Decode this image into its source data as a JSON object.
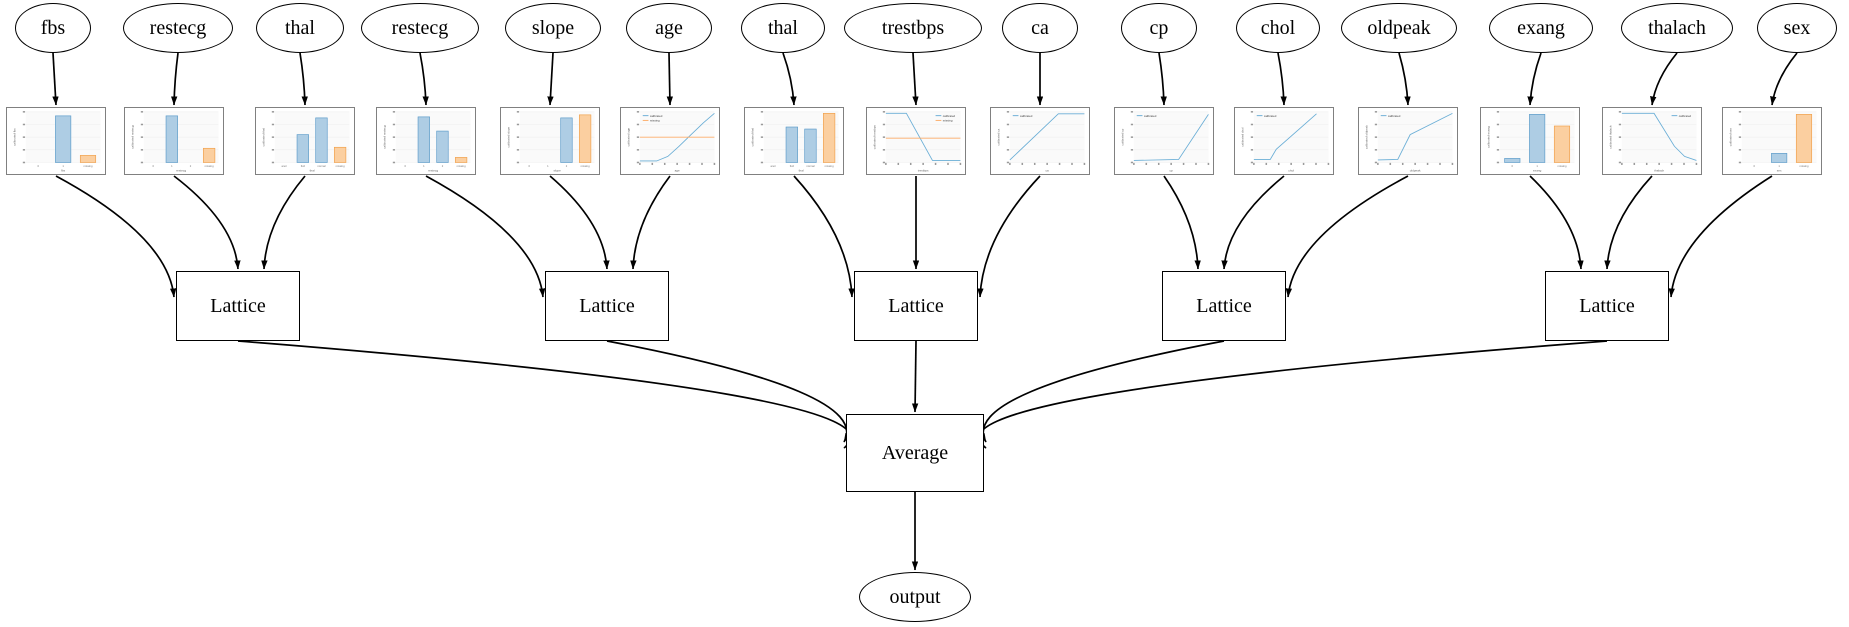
{
  "diagram": {
    "type": "calibrated-lattice-ensemble-graph",
    "output_node": "output",
    "combiner_node": "Average",
    "lattice_label": "Lattice",
    "legend": {
      "calibrated": "calibrated",
      "missing": "missing"
    },
    "colors": {
      "bar_blue_fill": "#aecde4",
      "bar_blue_edge": "#5b9bc9",
      "bar_orange_fill": "#fbcfa0",
      "bar_orange_edge": "#f0a04b",
      "line_blue": "#6aaed6",
      "line_orange": "#fdae6b",
      "plot_border": "#808080",
      "edge_stroke": "#000000",
      "node_fill": "#ffffff"
    },
    "features": [
      {
        "name": "fbs",
        "calibrator": "c0"
      },
      {
        "name": "restecg",
        "calibrator": "c1"
      },
      {
        "name": "thal",
        "calibrator": "c2"
      },
      {
        "name": "restecg",
        "calibrator": "c3"
      },
      {
        "name": "slope",
        "calibrator": "c4"
      },
      {
        "name": "age",
        "calibrator": "c5"
      },
      {
        "name": "thal",
        "calibrator": "c6"
      },
      {
        "name": "trestbps",
        "calibrator": "c7"
      },
      {
        "name": "ca",
        "calibrator": "c8"
      },
      {
        "name": "cp",
        "calibrator": "c9"
      },
      {
        "name": "chol",
        "calibrator": "c10"
      },
      {
        "name": "oldpeak",
        "calibrator": "c11"
      },
      {
        "name": "exang",
        "calibrator": "c12"
      },
      {
        "name": "thalach",
        "calibrator": "c13"
      },
      {
        "name": "sex",
        "calibrator": "c14"
      }
    ],
    "lattices": [
      {
        "label": "Lattice",
        "inputs": [
          "fbs",
          "restecg",
          "thal"
        ]
      },
      {
        "label": "Lattice",
        "inputs": [
          "restecg",
          "slope",
          "age"
        ]
      },
      {
        "label": "Lattice",
        "inputs": [
          "thal",
          "trestbps",
          "ca"
        ]
      },
      {
        "label": "Lattice",
        "inputs": [
          "cp",
          "chol",
          "oldpeak"
        ]
      },
      {
        "label": "Lattice",
        "inputs": [
          "exang",
          "thalach",
          "sex"
        ]
      }
    ]
  },
  "chart_data": [
    {
      "id": "c0",
      "type": "bar",
      "feature": "fbs",
      "ylabel": "calibrated fbs",
      "categories": [
        "0",
        "1",
        "missing"
      ],
      "values": [
        0,
        92,
        14
      ],
      "colors": [
        "blue",
        "blue",
        "orange"
      ],
      "xlabel": "fbs",
      "ylim": [
        0,
        100
      ]
    },
    {
      "id": "c1",
      "type": "bar",
      "feature": "restecg",
      "ylabel": "calibrated restecg",
      "categories": [
        "0",
        "1",
        "2",
        "missing"
      ],
      "values": [
        0,
        92,
        0,
        28
      ],
      "colors": [
        "blue",
        "blue",
        "blue",
        "orange"
      ],
      "xlabel": "restecg",
      "ylim": [
        0,
        100
      ]
    },
    {
      "id": "c2",
      "type": "bar",
      "feature": "thal",
      "ylabel": "calibrated thal",
      "categories": [
        "anor",
        "fixd",
        "normal",
        "missing"
      ],
      "values": [
        0,
        55,
        88,
        30
      ],
      "colors": [
        "blue",
        "blue",
        "blue",
        "orange"
      ],
      "xlabel": "thal",
      "ylim": [
        0,
        100
      ]
    },
    {
      "id": "c3",
      "type": "bar",
      "feature": "restecg",
      "ylabel": "calibrated restecg",
      "categories": [
        "0",
        "1",
        "2",
        "missing"
      ],
      "values": [
        0,
        90,
        62,
        10
      ],
      "colors": [
        "blue",
        "blue",
        "blue",
        "orange"
      ],
      "xlabel": "restecg",
      "ylim": [
        0,
        100
      ]
    },
    {
      "id": "c4",
      "type": "bar",
      "feature": "slope",
      "ylabel": "calibrated slope",
      "categories": [
        "0",
        "1",
        "2",
        "missing"
      ],
      "values": [
        0,
        0,
        88,
        94
      ],
      "colors": [
        "blue",
        "blue",
        "blue",
        "orange"
      ],
      "xlabel": "slope",
      "ylim": [
        0,
        100
      ]
    },
    {
      "id": "c5",
      "type": "line",
      "feature": "age",
      "ylabel": "calibrated age",
      "xlabel": "age",
      "xlim": [
        0,
        80
      ],
      "ylim": [
        0,
        100
      ],
      "legend": [
        "calibrated",
        "missing"
      ],
      "legend_pos": "upper-left",
      "series": [
        {
          "name": "calibrated",
          "color": "blue",
          "x": [
            0,
            18,
            30,
            42,
            55,
            68,
            80
          ],
          "y": [
            3,
            3,
            12,
            32,
            55,
            78,
            97
          ]
        },
        {
          "name": "missing",
          "color": "orange",
          "x": [
            0,
            80
          ],
          "y": [
            50,
            50
          ]
        }
      ]
    },
    {
      "id": "c6",
      "type": "bar",
      "feature": "thal",
      "ylabel": "calibrated thal",
      "categories": [
        "anor",
        "fixd",
        "normal",
        "missing"
      ],
      "values": [
        0,
        70,
        66,
        97
      ],
      "colors": [
        "blue",
        "blue",
        "blue",
        "orange"
      ],
      "xlabel": "thal",
      "ylim": [
        0,
        100
      ]
    },
    {
      "id": "c7",
      "type": "line",
      "feature": "trestbps",
      "ylabel": "calibrated trestbps",
      "xlabel": "trestbps",
      "xlim": [
        0,
        200
      ],
      "ylim": [
        0,
        100
      ],
      "legend": [
        "calibrated",
        "missing"
      ],
      "legend_pos": "upper-right",
      "series": [
        {
          "name": "calibrated",
          "color": "blue",
          "x": [
            0,
            55,
            125,
            200
          ],
          "y": [
            97,
            97,
            4,
            4
          ]
        },
        {
          "name": "missing",
          "color": "orange",
          "x": [
            0,
            200
          ],
          "y": [
            48,
            48
          ]
        }
      ]
    },
    {
      "id": "c8",
      "type": "line",
      "feature": "ca",
      "ylabel": "calibrated ca",
      "xlabel": "ca",
      "xlim": [
        0,
        4
      ],
      "ylim": [
        0,
        100
      ],
      "legend": [
        "calibrated"
      ],
      "legend_pos": "upper-left",
      "series": [
        {
          "name": "calibrated",
          "color": "blue",
          "x": [
            0,
            2.6,
            4
          ],
          "y": [
            5,
            96,
            96
          ]
        }
      ]
    },
    {
      "id": "c9",
      "type": "line",
      "feature": "cp",
      "ylabel": "calibrated cp",
      "xlabel": "cp",
      "xlim": [
        0,
        4
      ],
      "ylim": [
        0,
        100
      ],
      "legend": [
        "calibrated"
      ],
      "legend_pos": "upper-left",
      "series": [
        {
          "name": "calibrated",
          "color": "blue",
          "x": [
            0,
            2.4,
            4
          ],
          "y": [
            4,
            6,
            95
          ]
        }
      ]
    },
    {
      "id": "c10",
      "type": "line",
      "feature": "chol",
      "ylabel": "calibrated chol",
      "xlabel": "chol",
      "xlim": [
        0,
        500
      ],
      "ylim": [
        0,
        100
      ],
      "legend": [
        "calibrated"
      ],
      "legend_pos": "upper-left",
      "series": [
        {
          "name": "calibrated",
          "color": "blue",
          "x": [
            0,
            110,
            150,
            420
          ],
          "y": [
            6,
            6,
            26,
            96
          ]
        }
      ]
    },
    {
      "id": "c11",
      "type": "line",
      "feature": "oldpeak",
      "ylabel": "calibrated oldpeak",
      "xlabel": "oldpeak",
      "xlim": [
        0,
        6
      ],
      "ylim": [
        0,
        100
      ],
      "legend": [
        "calibrated"
      ],
      "legend_pos": "upper-left",
      "series": [
        {
          "name": "calibrated",
          "color": "blue",
          "x": [
            0,
            1.6,
            2.6,
            6
          ],
          "y": [
            5,
            6,
            55,
            97
          ]
        }
      ]
    },
    {
      "id": "c12",
      "type": "bar",
      "feature": "exang",
      "ylabel": "calibrated exang",
      "categories": [
        "0",
        "1",
        "missing"
      ],
      "values": [
        8,
        95,
        72
      ],
      "colors": [
        "blue",
        "blue",
        "orange"
      ],
      "xlabel": "exang",
      "ylim": [
        0,
        100
      ]
    },
    {
      "id": "c13",
      "type": "line",
      "feature": "thalach",
      "ylabel": "calibrated thalach",
      "xlabel": "thalach",
      "xlim": [
        0,
        220
      ],
      "ylim": [
        0,
        100
      ],
      "legend": [
        "calibrated"
      ],
      "legend_pos": "upper-right",
      "series": [
        {
          "name": "calibrated",
          "color": "blue",
          "x": [
            0,
            95,
            155,
            185,
            220
          ],
          "y": [
            97,
            97,
            32,
            12,
            4
          ]
        }
      ]
    },
    {
      "id": "c14",
      "type": "bar",
      "feature": "sex",
      "ylabel": "calibrated sex",
      "categories": [
        "0",
        "1",
        "missing"
      ],
      "values": [
        0,
        18,
        95
      ],
      "colors": [
        "blue",
        "blue",
        "orange"
      ],
      "xlabel": "sex",
      "ylim": [
        0,
        100
      ]
    }
  ]
}
